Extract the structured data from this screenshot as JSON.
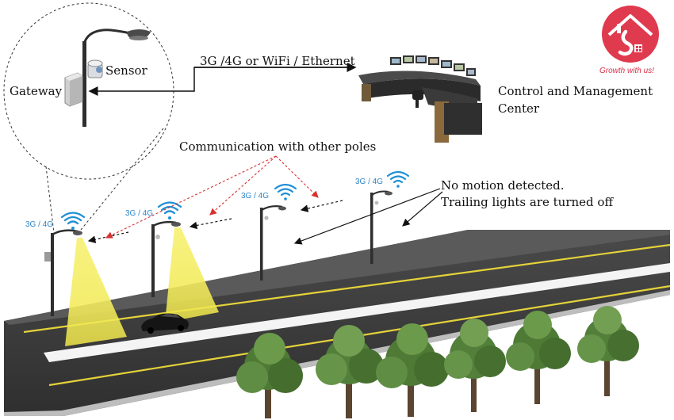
{
  "inset": {
    "gateway_label": "Gateway",
    "sensor_label": "Sensor",
    "link_label": "3G /4G or WiFi / Ethernet"
  },
  "center": {
    "line1": "Control and Management",
    "line2": "Center"
  },
  "annotations": {
    "communication": "Communication with other poles",
    "no_motion_line1": "No motion detected.",
    "no_motion_line2": "Trailing lights are turned off"
  },
  "poles": [
    {
      "network": "3G / 4G"
    },
    {
      "network": "3G / 4G"
    },
    {
      "network": "3G / 4G"
    },
    {
      "network": "3G / 4G"
    }
  ],
  "logo": {
    "tagline": "Growth with us!",
    "brand_color": "#e03a4f"
  },
  "colors": {
    "road": "#3b3b3b",
    "lane_yellow": "#e4d23a",
    "light_cone": "#f4ef60",
    "comm_arrow": "#d93030",
    "wifi": "#1e8fd6"
  }
}
